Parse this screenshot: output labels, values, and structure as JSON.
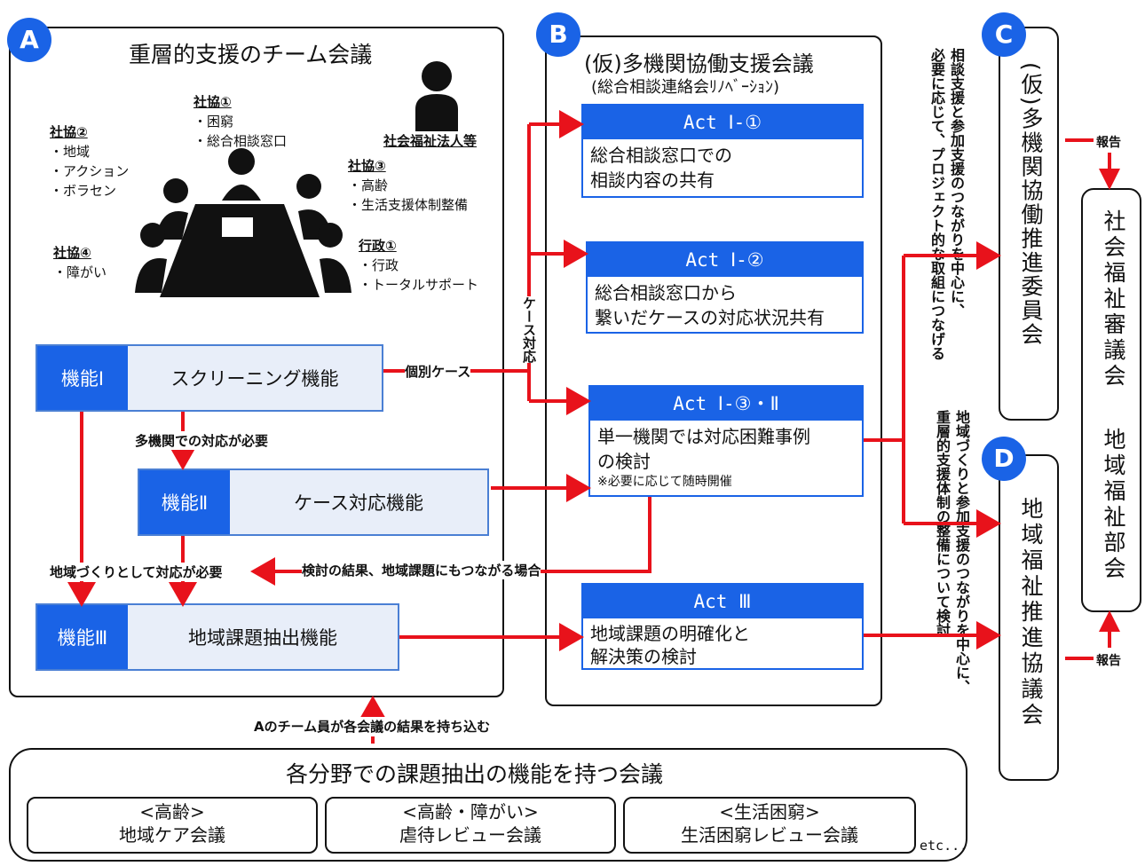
{
  "panel_a": {
    "badge": "A",
    "title": "重層的支援のチーム会議",
    "org1": {
      "head": "社協①",
      "items": [
        "・困窮",
        "・総合相談窓口"
      ]
    },
    "org2": {
      "head": "社協②",
      "items": [
        "・地域",
        "・アクション",
        "・ボラセン"
      ]
    },
    "org3": {
      "head": "社協③",
      "items": [
        "・高齢",
        "・生活支援体制整備"
      ]
    },
    "org4": {
      "head": "社協④",
      "items": [
        "・障がい"
      ]
    },
    "gov1": {
      "head": "行政①",
      "items": [
        "・行政",
        "・トータルサポート"
      ]
    },
    "welfare_corp": "社会福祉法人等",
    "func1": {
      "label": "機能Ⅰ",
      "name": "スクリーニング機能"
    },
    "func2": {
      "label": "機能Ⅱ",
      "name": "ケース対応機能"
    },
    "func3": {
      "label": "機能Ⅲ",
      "name": "地域課題抽出機能"
    },
    "need_multi": "多機関での対応が必要",
    "need_community": "地域づくりとして対応が必要"
  },
  "panel_b": {
    "badge": "B",
    "title": "(仮)多機関協働支援会議",
    "subtitle": "(総合相談連絡会ﾘﾉﾍﾞｰｼｮﾝ)",
    "acts": [
      {
        "head": "Act Ⅰ-①",
        "lines": [
          "総合相談窓口での",
          "相談内容の共有"
        ]
      },
      {
        "head": "Act Ⅰ-②",
        "lines": [
          "総合相談窓口から",
          "繋いだケースの対応状況共有"
        ]
      },
      {
        "head": "Act Ⅰ-③・Ⅱ",
        "lines": [
          "単一機関では対応困難事例",
          "の検討"
        ],
        "note": "※必要に応じて随時開催"
      },
      {
        "head": "Act Ⅲ",
        "lines": [
          "地域課題の明確化と",
          "解決策の検討"
        ]
      }
    ]
  },
  "panel_c": {
    "badge": "C",
    "title": "(仮)多機関協働推進委員会"
  },
  "panel_d": {
    "badge": "D",
    "title": "地域福祉推進協議会"
  },
  "council": {
    "line1": "社会福祉審議会",
    "line2": "地域福祉部会"
  },
  "report_top": "報告",
  "report_bottom": "報告",
  "kobetsu_case": "個別ケース",
  "case_taio": "ケース対応",
  "kento_result": "検討の結果、地域課題にもつながる場合",
  "vertical_c": [
    "相談支援と参加支援のつながりを中心に、",
    "必要に応じて、プロジェクト的な取組につなげる"
  ],
  "vertical_d": [
    "地域づくりと参加支援のつながりを中心に、",
    "重層的支援体制の整備について検討"
  ],
  "team_bring": "Aのチーム員が各会議の結果を持ち込む",
  "bottom": {
    "title": "各分野での課題抽出の機能を持つ会議",
    "meetings": [
      {
        "cat": "<高齢>",
        "name": "地域ケア会議"
      },
      {
        "cat": "<高齢・障がい>",
        "name": "虐待レビュー会議"
      },
      {
        "cat": "<生活困窮>",
        "name": "生活困窮レビュー会議"
      }
    ],
    "etc": "etc..."
  },
  "colors": {
    "accent": "#1a63e6",
    "arrow": "#e8121b",
    "func_fill": "#e8eef9"
  }
}
